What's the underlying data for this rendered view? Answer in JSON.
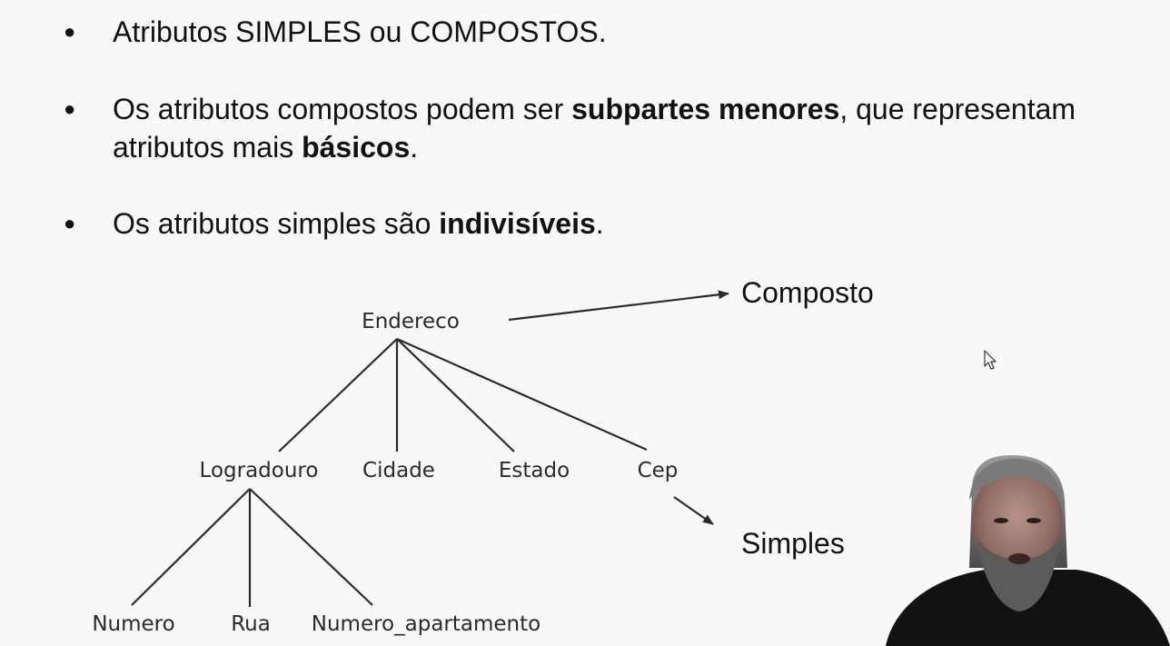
{
  "slide": {
    "bullets": [
      {
        "parts": [
          {
            "text": "Atributos SIMPLES ou COMPOSTOS.",
            "bold": false
          }
        ]
      },
      {
        "parts": [
          {
            "text": "Os atributos compostos podem ser ",
            "bold": false
          },
          {
            "text": "subpartes menores",
            "bold": true
          },
          {
            "text": ", que representam atributos mais ",
            "bold": false
          },
          {
            "text": "básicos",
            "bold": true
          },
          {
            "text": ".",
            "bold": false
          }
        ]
      },
      {
        "parts": [
          {
            "text": "Os atributos simples são ",
            "bold": false
          },
          {
            "text": "indivisíveis",
            "bold": true
          },
          {
            "text": ".",
            "bold": false
          }
        ]
      }
    ],
    "bullet_glyph": "●"
  },
  "diagram": {
    "root": "Endereco",
    "level1": [
      "Logradouro",
      "Cidade",
      "Estado",
      "Cep"
    ],
    "level2": [
      "Numero",
      "Rua",
      "Numero_apartamento"
    ],
    "label_composite": "Composto",
    "label_simple": "Simples"
  },
  "icons": {
    "cursor": "mouse-pointer-icon",
    "bullet": "bullet-dot-icon"
  },
  "colors": {
    "background": "#f8f8f8",
    "text": "#111111",
    "lines": "#2b2b2b"
  }
}
